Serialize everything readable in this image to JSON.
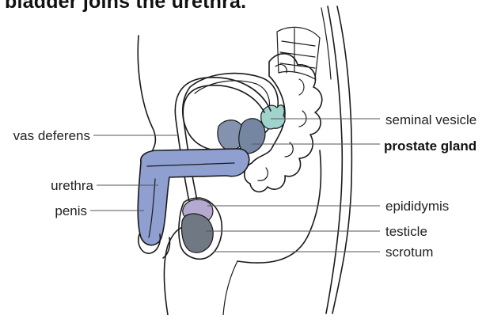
{
  "heading": "bladder joins the urethra.",
  "labels": {
    "seminal_vesicle": "seminal vesicle",
    "prostate_gland": "prostate gland",
    "vas_deferens": "vas deferens",
    "urethra": "urethra",
    "penis": "penis",
    "epididymis": "epididymis",
    "testicle": "testicle",
    "scrotum": "scrotum"
  },
  "colors": {
    "urethra_penis": "#8f9fd0",
    "bladder": "#8393ad",
    "prostate": "#7586a2",
    "seminal_vesicle": "#9fd3cc",
    "epididymis": "#b6a9cf",
    "testicle": "#6f7883"
  }
}
